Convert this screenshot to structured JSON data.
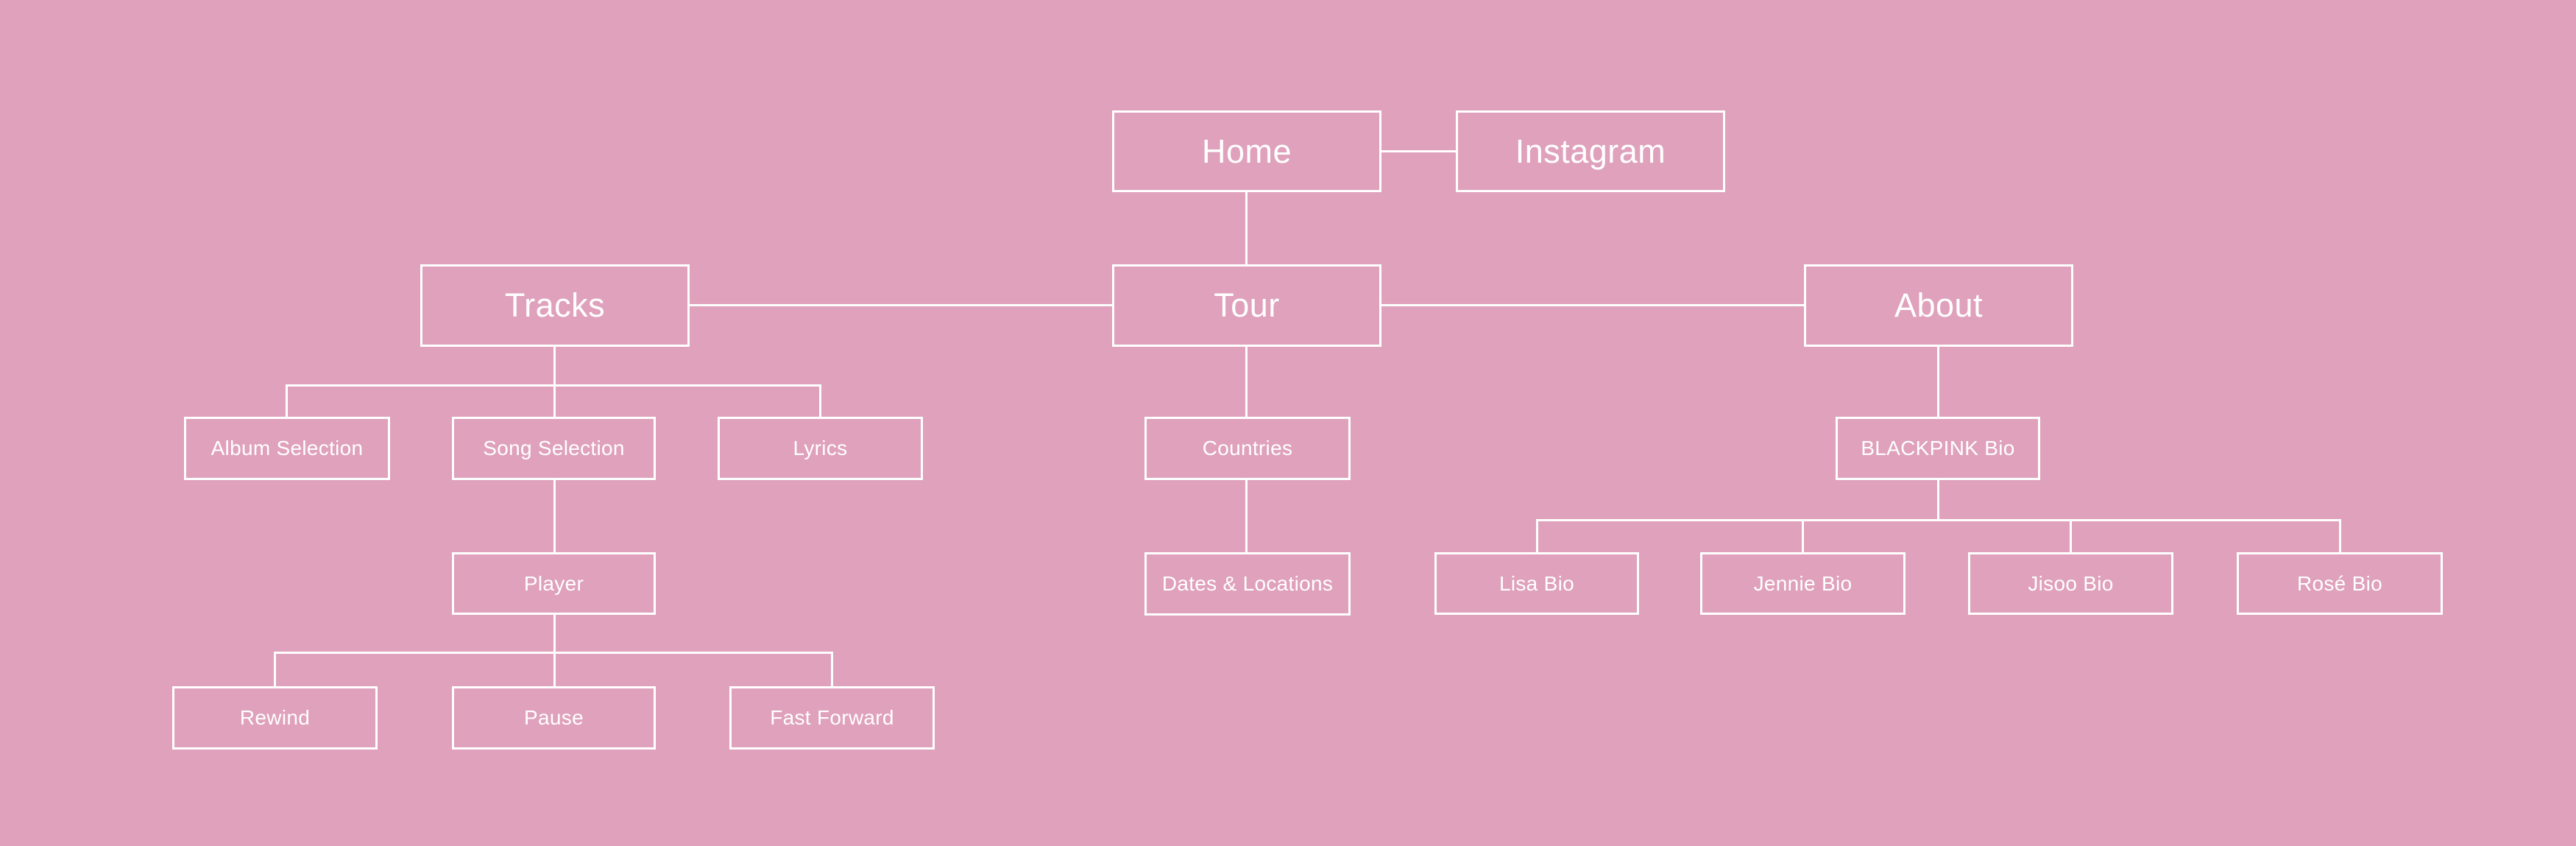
{
  "diagram": {
    "type": "sitemap",
    "colors": {
      "background": "#dfa1bb",
      "line": "#ffffff",
      "text": "#ffffff"
    },
    "nodes": {
      "home": {
        "label": "Home",
        "level": 1
      },
      "instagram": {
        "label": "Instagram",
        "level": 1
      },
      "tracks": {
        "label": "Tracks",
        "level": 2
      },
      "tour": {
        "label": "Tour",
        "level": 2
      },
      "about": {
        "label": "About",
        "level": 2
      },
      "album_selection": {
        "label": "Album Selection",
        "level": 3
      },
      "song_selection": {
        "label": "Song Selection",
        "level": 3
      },
      "lyrics": {
        "label": "Lyrics",
        "level": 3
      },
      "countries": {
        "label": "Countries",
        "level": 3
      },
      "blackpink_bio": {
        "label": "BLACKPINK Bio",
        "level": 3
      },
      "player": {
        "label": "Player",
        "level": 4
      },
      "dates_locations": {
        "label": "Dates & Locations",
        "level": 4
      },
      "lisa_bio": {
        "label": "Lisa Bio",
        "level": 4
      },
      "jennie_bio": {
        "label": "Jennie Bio",
        "level": 4
      },
      "jisoo_bio": {
        "label": "Jisoo Bio",
        "level": 4
      },
      "rose_bio": {
        "label": "Rosé Bio",
        "level": 4
      },
      "rewind": {
        "label": "Rewind",
        "level": 5
      },
      "pause": {
        "label": "Pause",
        "level": 5
      },
      "fast_forward": {
        "label": "Fast Forward",
        "level": 5
      }
    },
    "edges": [
      {
        "from": "home",
        "to": "instagram"
      },
      {
        "from": "home",
        "to": "tour"
      },
      {
        "from": "tour",
        "to": "tracks"
      },
      {
        "from": "tour",
        "to": "about"
      },
      {
        "from": "tracks",
        "to": "album_selection"
      },
      {
        "from": "tracks",
        "to": "song_selection"
      },
      {
        "from": "tracks",
        "to": "lyrics"
      },
      {
        "from": "song_selection",
        "to": "player"
      },
      {
        "from": "player",
        "to": "rewind"
      },
      {
        "from": "player",
        "to": "pause"
      },
      {
        "from": "player",
        "to": "fast_forward"
      },
      {
        "from": "tour",
        "to": "countries"
      },
      {
        "from": "countries",
        "to": "dates_locations"
      },
      {
        "from": "about",
        "to": "blackpink_bio"
      },
      {
        "from": "blackpink_bio",
        "to": "lisa_bio"
      },
      {
        "from": "blackpink_bio",
        "to": "jennie_bio"
      },
      {
        "from": "blackpink_bio",
        "to": "jisoo_bio"
      },
      {
        "from": "blackpink_bio",
        "to": "rose_bio"
      }
    ]
  }
}
